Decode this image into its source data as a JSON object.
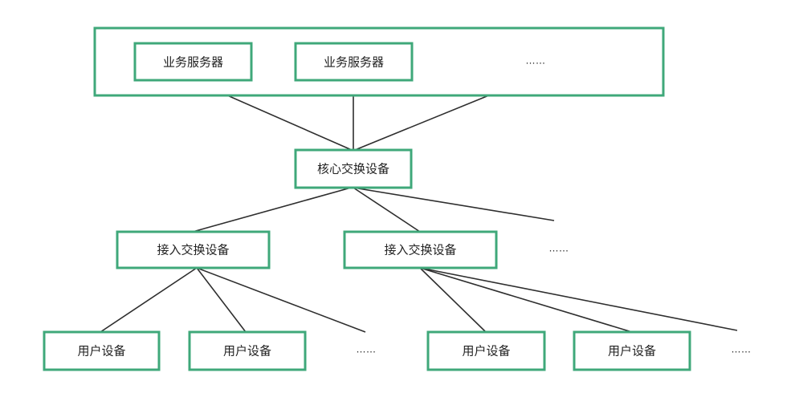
{
  "diagram": {
    "server_group": {
      "server_1": "业务服务器",
      "server_2": "业务服务器",
      "more": "……"
    },
    "core_switch": "核心交换设备",
    "access_switch_1": "接入交换设备",
    "access_switch_2": "接入交换设备",
    "access_more": "……",
    "users_group_1": {
      "user_1": "用户设备",
      "user_2": "用户设备",
      "more": "……"
    },
    "users_group_2": {
      "user_1": "用户设备",
      "user_2": "用户设备",
      "more": "……"
    }
  },
  "colors": {
    "box_border": "#3fa87a",
    "line": "#2e2e2e",
    "text": "#222222"
  }
}
